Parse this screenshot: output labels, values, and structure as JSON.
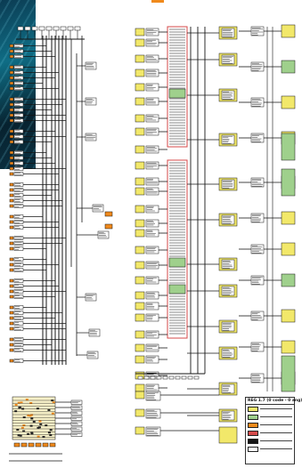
{
  "colors": {
    "module_yellow": "#f2e86a",
    "module_green": "#9fd08c",
    "bus_red": "#d44a4a",
    "wire": "#151515",
    "connector_orange": "#f08a1c",
    "background": "#ffffff"
  },
  "legend": {
    "title": "REG 1.7 (0 code - 0 ang)",
    "swatches": [
      "#f2e86a",
      "#9fd08c",
      "#f08a1c",
      "#d44a4a",
      "#151515",
      "#ffffff"
    ]
  },
  "regions": [
    "left-panel",
    "mid-panel",
    "right-panel"
  ]
}
